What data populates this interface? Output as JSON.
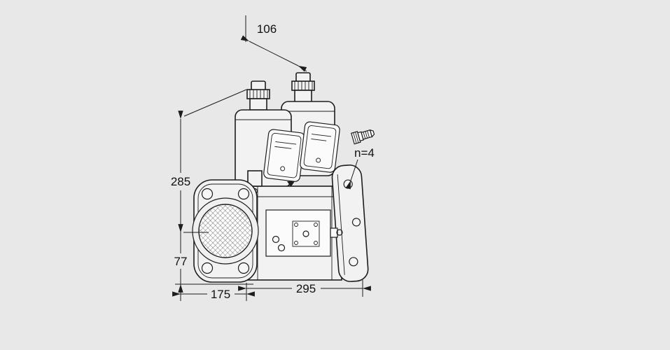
{
  "colors": {
    "background": "#e8e8e8",
    "line": "#1d1d1d",
    "surface": "#f2f2f2",
    "nameplate": "#fbfbfb",
    "mesh_line": "#4a4a4a"
  },
  "dimensions": {
    "coil_span": "106",
    "overall_height": "285",
    "axis_to_base": "77",
    "flange_width": "175",
    "body_length": "295",
    "bolt_count_note": "n=4"
  }
}
